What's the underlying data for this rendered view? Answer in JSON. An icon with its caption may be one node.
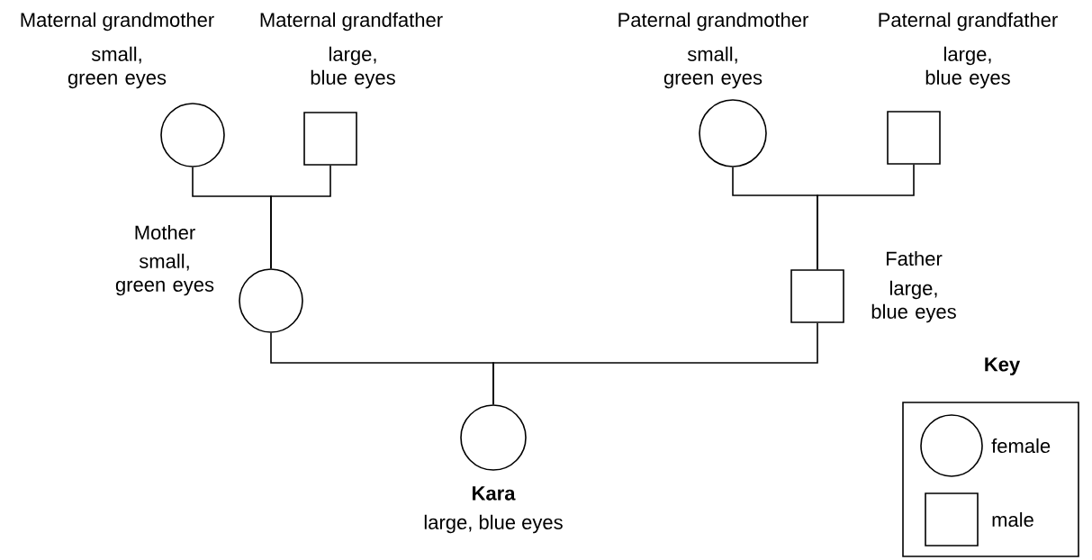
{
  "diagram": {
    "nodes": [
      {
        "text": [],
        "shape": "circle",
        "beside": [
          "Maternal grandmother",
          "small, green eyes"
        ]
      },
      {
        "text": [],
        "shape": "box",
        "beside": [
          "Maternal grandfather",
          "large, blue eyes"
        ]
      },
      {
        "text": [],
        "shape": "circle",
        "beside": [
          "Paternal grandmother",
          "small, green eyes"
        ]
      },
      {
        "text": [],
        "shape": "box",
        "beside": [
          "Paternal grandfather",
          "large, blue eyes"
        ]
      },
      {
        "text": [],
        "shape": "circle",
        "beside": [
          "Mother",
          "small, green eyes"
        ]
      },
      {
        "text": [],
        "shape": "box",
        "beside": [
          "Father",
          "large, blue eyes"
        ]
      },
      {
        "text": [],
        "shape": "circle",
        "beside": [
          "Kara",
          "large, blue eyes"
        ]
      }
    ],
    "edges": [
      {
        "from": 0,
        "to": 4,
        "arrow": "none"
      },
      {
        "from": 1,
        "to": 4,
        "arrow": "none"
      },
      {
        "from": 2,
        "to": 5,
        "arrow": "none"
      },
      {
        "from": 3,
        "to": 5,
        "arrow": "none"
      },
      {
        "from": 4,
        "to": 6,
        "arrow": "none"
      },
      {
        "from": 5,
        "to": 6,
        "arrow": "none"
      }
    ],
    "labels": [
      "Key"
    ],
    "legend": [
      {
        "text": "female"
      },
      {
        "text": "male"
      }
    ]
  }
}
